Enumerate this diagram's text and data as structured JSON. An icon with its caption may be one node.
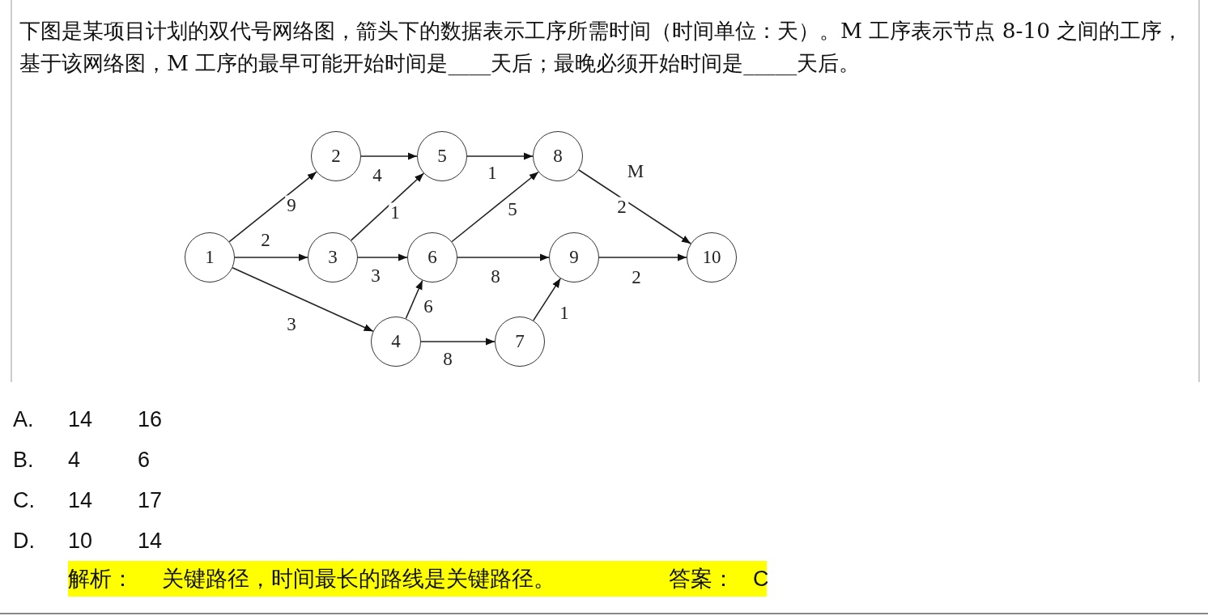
{
  "diagram": {
    "title": "下图是某项目计划的双代号网络图，箭头下的数据表示工序所需时间（时间单位：天）。M 工序表示节点 8-10 之间的工序，基于该网络图，M 工序的最早可能开始时间是____天后；最晚必须开始时间是_____天后。",
    "nodes": [
      {
        "text": [
          "1"
        ]
      },
      {
        "text": [
          "2"
        ]
      },
      {
        "text": [
          "3"
        ]
      },
      {
        "text": [
          "4"
        ]
      },
      {
        "text": [
          "5"
        ]
      },
      {
        "text": [
          "6"
        ]
      },
      {
        "text": [
          "7"
        ]
      },
      {
        "text": [
          "8"
        ]
      },
      {
        "text": [
          "9"
        ]
      },
      {
        "text": [
          "10"
        ]
      },
      {
        "text": [
          "解析：",
          "关键路径，时间最长的路线是关键路径。",
          "答案：",
          "C"
        ]
      }
    ],
    "edges": [
      {
        "from": 0,
        "to": 1,
        "arrow": "to",
        "label": "9"
      },
      {
        "from": 0,
        "to": 2,
        "arrow": "to",
        "label": "2"
      },
      {
        "from": 0,
        "to": 3,
        "arrow": "to",
        "label": "3"
      },
      {
        "from": 1,
        "to": 4,
        "arrow": "to",
        "label": "4"
      },
      {
        "from": 2,
        "to": 4,
        "arrow": "to",
        "label": "1"
      },
      {
        "from": 2,
        "to": 5,
        "arrow": "to",
        "label": "3"
      },
      {
        "from": 4,
        "to": 7,
        "arrow": "to",
        "label": "1"
      },
      {
        "from": 5,
        "to": 7,
        "arrow": "to",
        "label": "5"
      },
      {
        "from": 5,
        "to": 8,
        "arrow": "to",
        "label": "8"
      },
      {
        "from": 3,
        "to": 5,
        "arrow": "to",
        "label": "6"
      },
      {
        "from": 3,
        "to": 6,
        "arrow": "to",
        "label": "8"
      },
      {
        "from": 6,
        "to": 8,
        "arrow": "to",
        "label": "1"
      },
      {
        "from": 7,
        "to": 9,
        "arrow": "to",
        "label": "2"
      },
      {
        "from": 8,
        "to": 9,
        "arrow": "to",
        "label": "2"
      }
    ],
    "labels": [
      "M",
      "A.",
      "14",
      "16",
      "B.",
      "4",
      "6",
      "C.",
      "14",
      "17",
      "D.",
      "10",
      "14"
    ]
  }
}
